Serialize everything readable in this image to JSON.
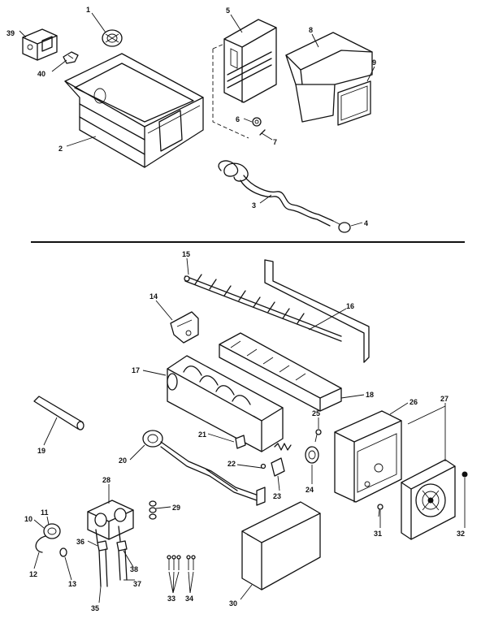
{
  "labels": {
    "p1": "1",
    "p2": "2",
    "p3": "3",
    "p4": "4",
    "p5": "5",
    "p6": "6",
    "p7": "7",
    "p8": "8",
    "p9": "9",
    "p10": "10",
    "p11": "11",
    "p12": "12",
    "p13": "13",
    "p14": "14",
    "p15": "15",
    "p16": "16",
    "p17": "17",
    "p18": "18",
    "p19": "19",
    "p20": "20",
    "p21": "21",
    "p22": "22",
    "p23": "23",
    "p24": "24",
    "p25": "25",
    "p26": "26",
    "p27": "27",
    "p28": "28",
    "p29": "29",
    "p30": "30",
    "p31": "31",
    "p32": "32",
    "p33": "33",
    "p34": "34",
    "p35": "35",
    "p36": "36",
    "p37": "37",
    "p38": "38",
    "p39": "39",
    "p40": "40"
  }
}
